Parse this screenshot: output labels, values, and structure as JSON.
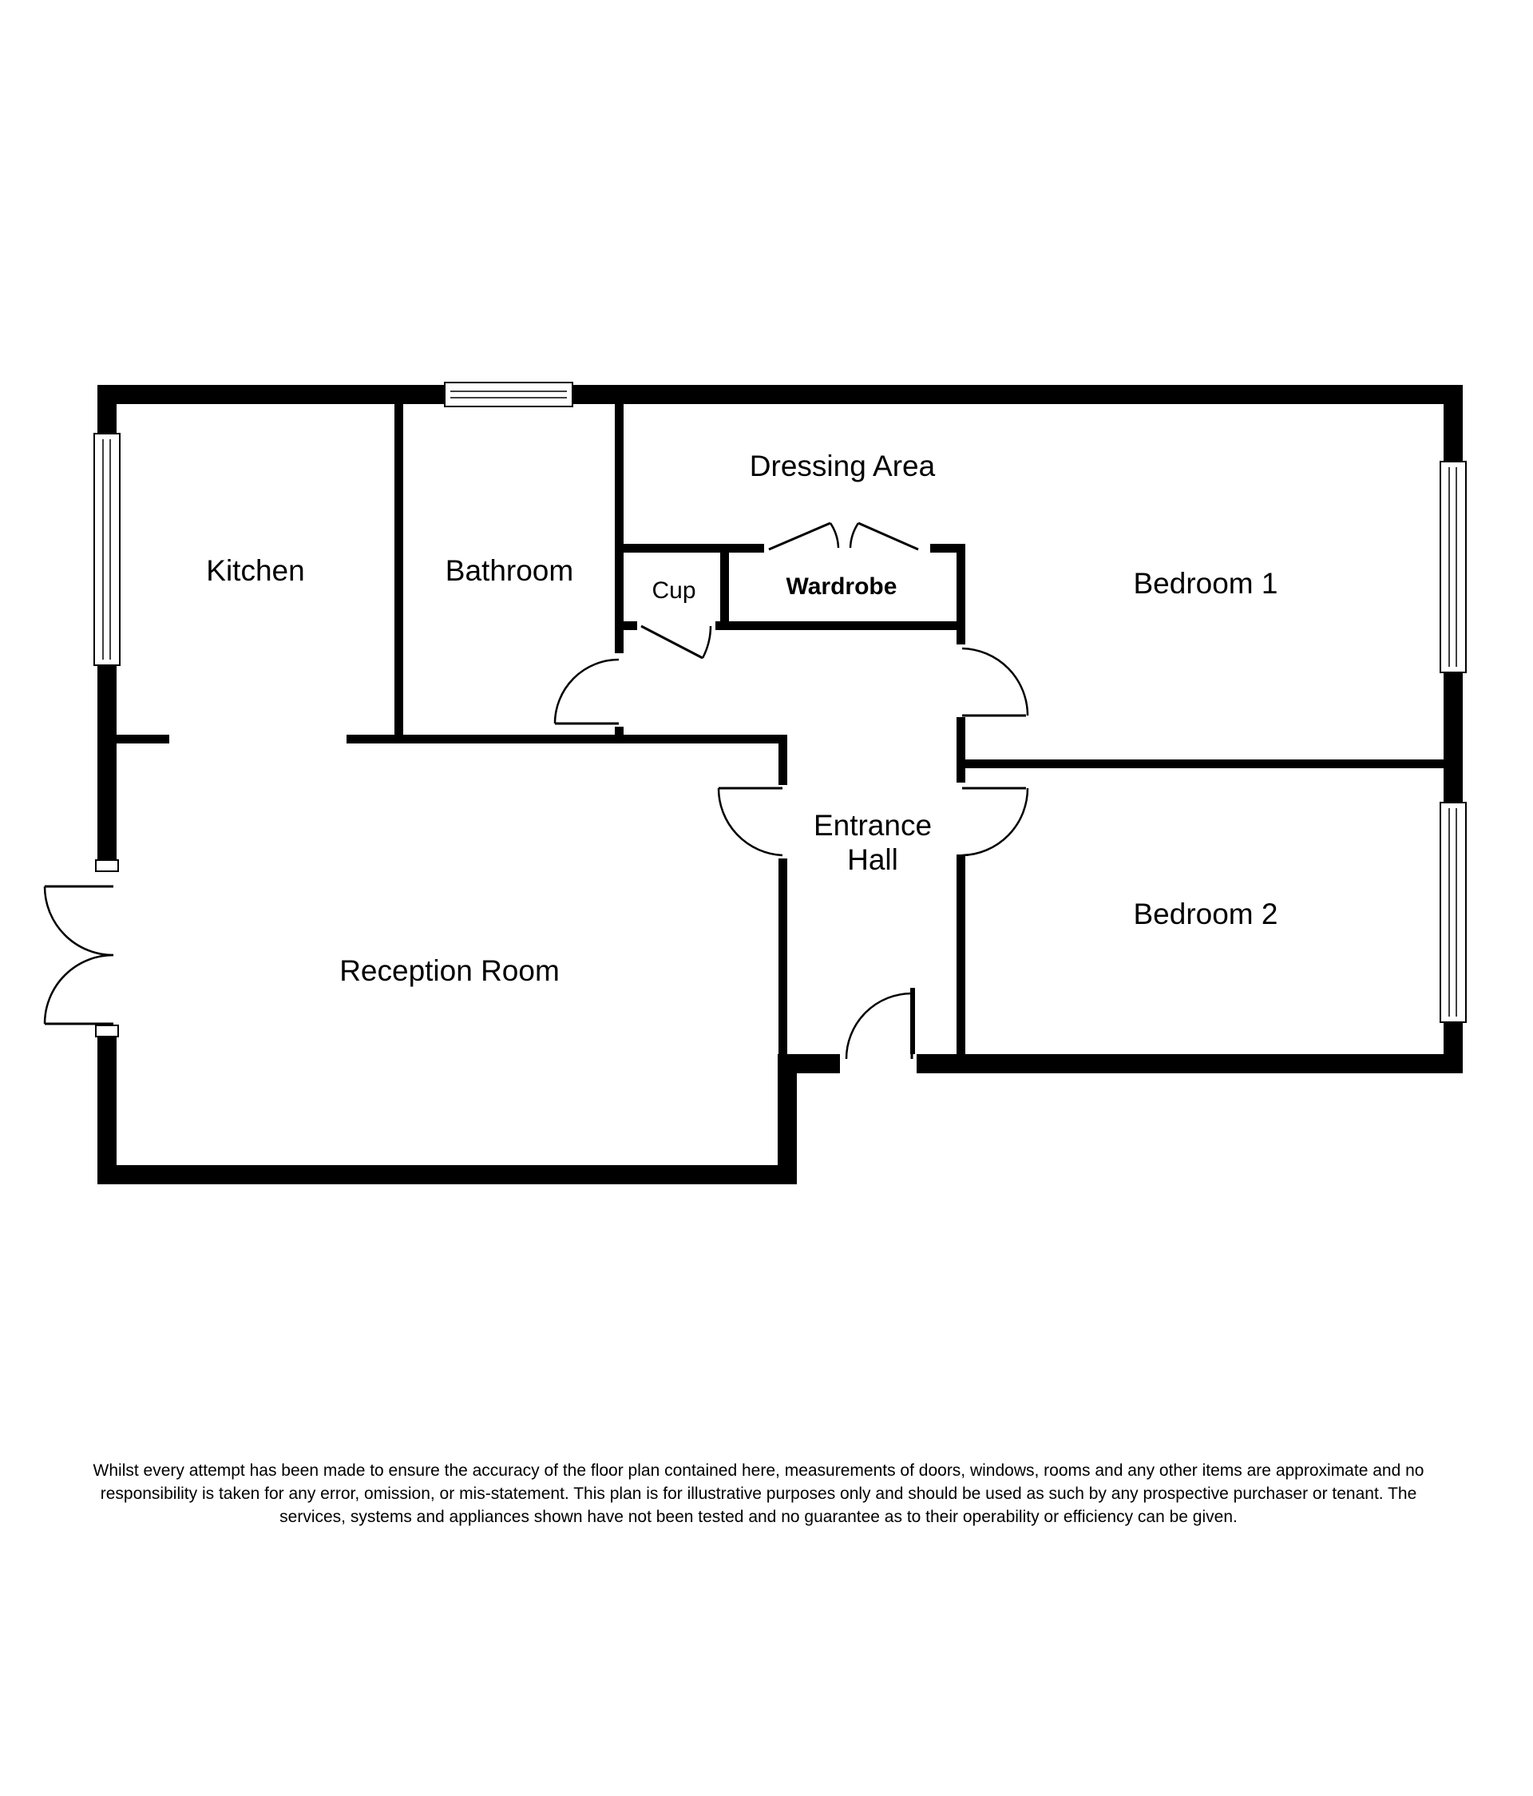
{
  "rooms": {
    "kitchen": "Kitchen",
    "bathroom": "Bathroom",
    "dressing_area": "Dressing Area",
    "cupboard": "Cup",
    "wardrobe": "Wardrobe",
    "bedroom_1": "Bedroom 1",
    "entrance_hall_line1": "Entrance",
    "entrance_hall_line2": "Hall",
    "bedroom_2": "Bedroom 2",
    "reception_room": "Reception Room"
  },
  "disclaimer": {
    "line1": "Whilst every attempt has been made to ensure the accuracy of the floor plan contained here, measurements of doors, windows, rooms and any other items are approximate and no",
    "line2": "responsibility is taken for any error, omission, or mis-statement. This plan is for illustrative purposes only and should be used as such by any prospective purchaser or tenant. The",
    "line3": "services, systems and appliances shown have not been tested and no guarantee as to their operability or efficiency can be given."
  },
  "colors": {
    "wall": "#000000",
    "background": "#ffffff"
  }
}
